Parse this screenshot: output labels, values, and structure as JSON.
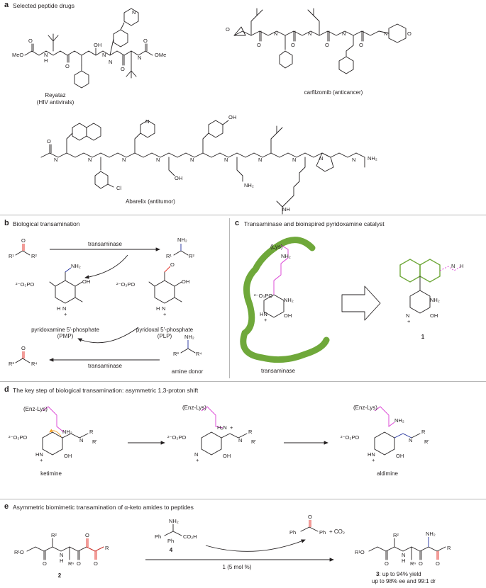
{
  "panels": {
    "a": {
      "letter": "a",
      "title": "Selected peptide drugs",
      "labels": {
        "reyataz": "Reyataz",
        "reyataz_sub": "(HIV antivirals)",
        "carfilzomib": "carfilzomib (anticancer)",
        "abarelix": "Abarelix (antitumor)"
      }
    },
    "b": {
      "letter": "b",
      "title": "Biological transamination",
      "labels": {
        "transaminase_top": "transaminase",
        "transaminase_bottom": "transaminase",
        "pmp": "pyridoxamine 5'-phosphate",
        "pmp_abbr": "(PMP)",
        "plp": "pyridoxal 5'-phosphate",
        "plp_abbr": "(PLP)",
        "amine_donor": "amine donor"
      }
    },
    "c": {
      "letter": "c",
      "title": "Transaminase and bioinspired pyridoxamine catalyst",
      "labels": {
        "lys": "(Lys)",
        "transaminase": "transaminase",
        "compound": "1"
      }
    },
    "d": {
      "letter": "d",
      "title": "The key step of biological transamination: asymmetric 1,3-proton shift",
      "labels": {
        "enz_lys_1": "(Enz-Lys)",
        "enz_lys_2": "(Enz-Lys)",
        "enz_lys_3": "(Enz-Lys)",
        "ketimine": "ketimine",
        "aldimine": "aldimine"
      }
    },
    "e": {
      "letter": "e",
      "title": "Asymmetric biomimetic transamination of α-keto amides to peptides",
      "labels": {
        "substrate": "2",
        "reagent": "4",
        "catalyst": "1 (5 mol %)",
        "co2": "+ CO₂",
        "product_num": "3",
        "yield": ": up to 94% yield",
        "ee_dr": "up to 98% ee and 99:1 dr"
      }
    }
  },
  "colors": {
    "nitrogen_blue": "#1d2c9b",
    "red": "#e2231a",
    "magenta": "#d93bd3",
    "green": "#6fa83a",
    "orange": "#f39c1f",
    "divider": "#b7b7b7"
  }
}
